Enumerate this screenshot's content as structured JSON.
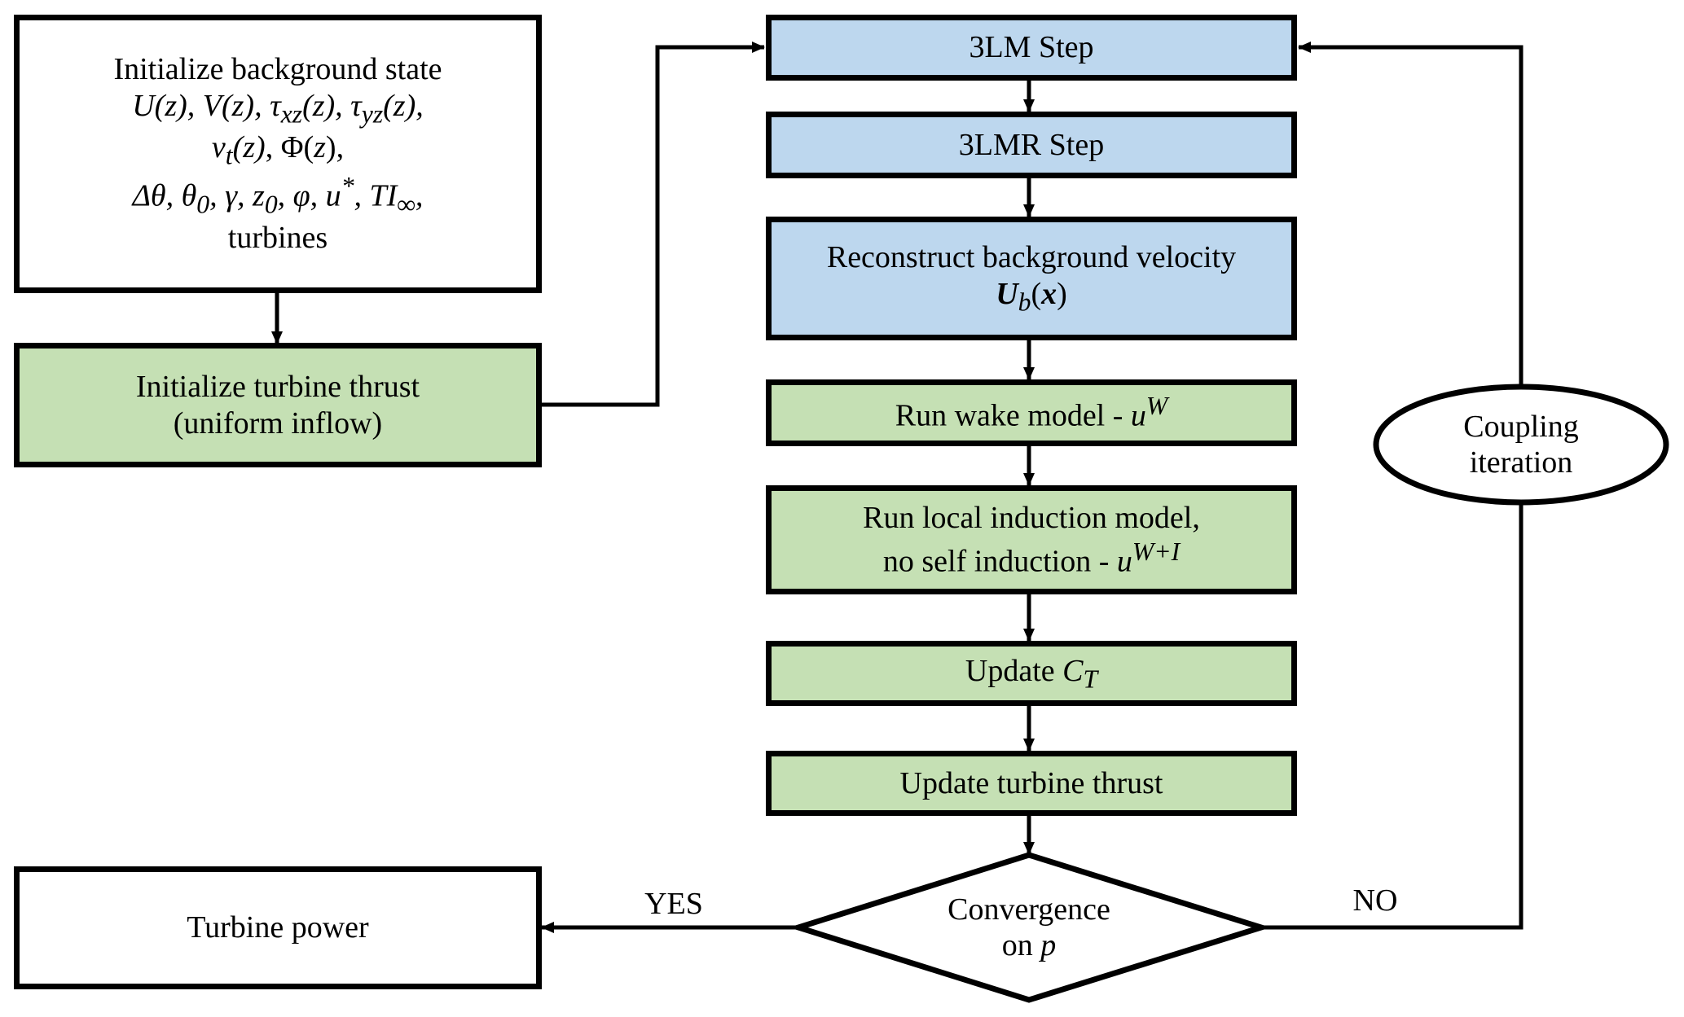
{
  "diagram": {
    "init_background": {
      "title": "Initialize background state",
      "line1": "U(z), V(z), τ_xz(z), τ_yz(z),",
      "line2": "ν_t(z), Φ(z),",
      "line3": "Δθ, θ_0, γ, z_0, φ, u*, TI_∞,",
      "line4": "turbines",
      "fill": "#FFFFFF"
    },
    "init_thrust": {
      "line1": "Initialize turbine thrust",
      "line2": "(uniform inflow)",
      "fill": "#C5E0B4"
    },
    "turbine_power": {
      "label": "Turbine power",
      "fill": "#FFFFFF"
    },
    "step_3lm": {
      "label": "3LM Step",
      "fill": "#BDD7EE"
    },
    "step_3lmr": {
      "label": "3LMR Step",
      "fill": "#BDD7EE"
    },
    "reconstruct": {
      "line1": "Reconstruct background velocity",
      "symbol_main": "U",
      "symbol_sub": "b",
      "symbol_arg": "x",
      "fill": "#BDD7EE"
    },
    "wake_model": {
      "text": "Run wake model - ",
      "symbol": "u",
      "sup": "W",
      "fill": "#C5E0B4"
    },
    "induction_model": {
      "line1": "Run local induction model,",
      "line2_text": "no self induction - ",
      "symbol": "u",
      "sup": "W+I",
      "fill": "#C5E0B4"
    },
    "update_ct": {
      "text": "Update ",
      "symbol": "C",
      "sub": "T",
      "fill": "#C5E0B4"
    },
    "update_thrust": {
      "label": "Update turbine thrust",
      "fill": "#C5E0B4"
    },
    "convergence": {
      "line1": "Convergence",
      "line2_text": "on ",
      "symbol": "p"
    },
    "coupling": {
      "line1": "Coupling",
      "line2": "iteration"
    },
    "edges": {
      "yes_label": "YES",
      "no_label": "NO"
    }
  }
}
